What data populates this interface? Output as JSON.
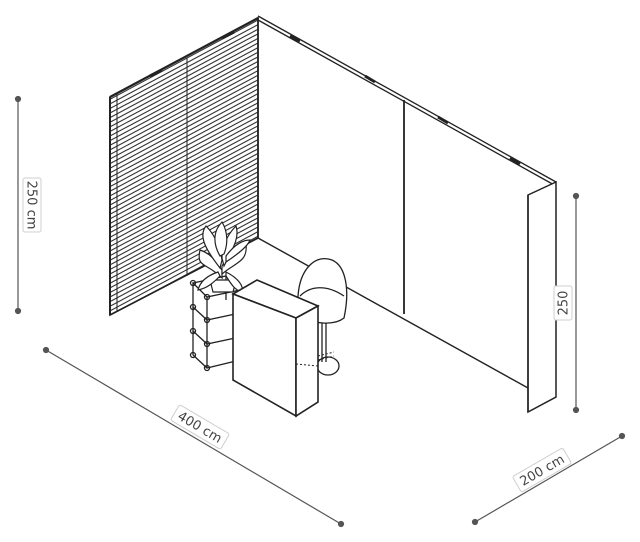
{
  "dimensions": {
    "height_left": "250 cm",
    "width": "400 cm",
    "depth": "200 cm",
    "height_right": "250"
  },
  "colors": {
    "line": "#222222",
    "dimension_line": "#555555",
    "background": "#ffffff"
  }
}
